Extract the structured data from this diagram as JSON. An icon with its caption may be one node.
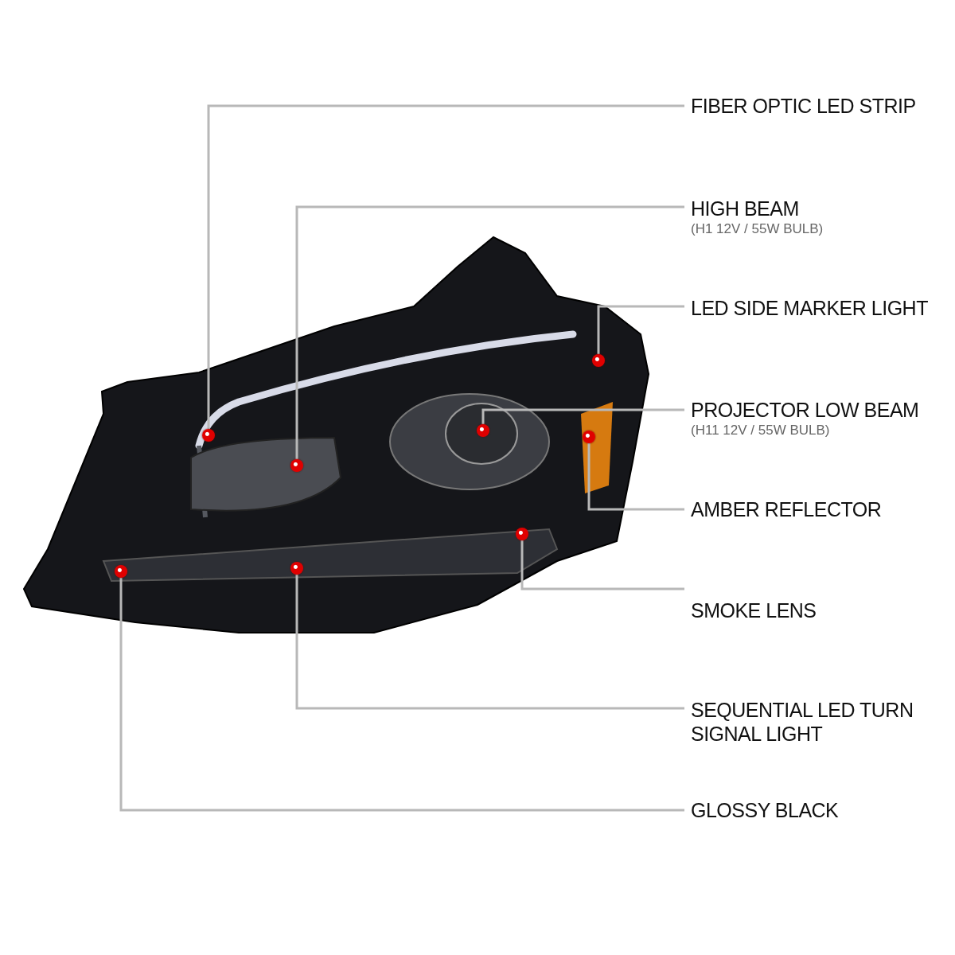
{
  "diagram": {
    "nodes": [
      {
        "text": [
          "FIBER OPTIC LED STRIP"
        ]
      },
      {
        "text": [
          "HIGH BEAM",
          "(H1 12V / 55W BULB)"
        ]
      },
      {
        "text": [
          "LED SIDE MARKER LIGHT"
        ]
      },
      {
        "text": [
          "PROJECTOR LOW BEAM",
          "(H11 12V / 55W BULB)"
        ]
      },
      {
        "text": [
          "AMBER REFLECTOR"
        ]
      },
      {
        "text": [
          "SMOKE LENS"
        ]
      },
      {
        "text": [
          "SEQUENTIAL LED TURN SIGNAL LIGHT"
        ]
      },
      {
        "text": [
          "GLOSSY BLACK"
        ]
      },
      {
        "text": [],
        "shape": "circle"
      },
      {
        "text": [],
        "shape": "circle"
      },
      {
        "text": [],
        "shape": "circle"
      },
      {
        "text": [],
        "shape": "circle"
      },
      {
        "text": [],
        "shape": "circle"
      },
      {
        "text": [],
        "shape": "circle"
      },
      {
        "text": [],
        "shape": "circle"
      },
      {
        "text": [],
        "shape": "circle"
      }
    ],
    "edges": [
      {
        "from": 0,
        "to": 8,
        "arrow": "none"
      },
      {
        "from": 1,
        "to": 9,
        "arrow": "none"
      },
      {
        "from": 2,
        "to": 10,
        "arrow": "none"
      },
      {
        "from": 3,
        "to": 11,
        "arrow": "none"
      },
      {
        "from": 4,
        "to": 12,
        "arrow": "none"
      },
      {
        "from": 5,
        "to": 13,
        "arrow": "none"
      },
      {
        "from": 6,
        "to": 14,
        "arrow": "none"
      },
      {
        "from": 7,
        "to": 15,
        "arrow": "none"
      }
    ]
  }
}
